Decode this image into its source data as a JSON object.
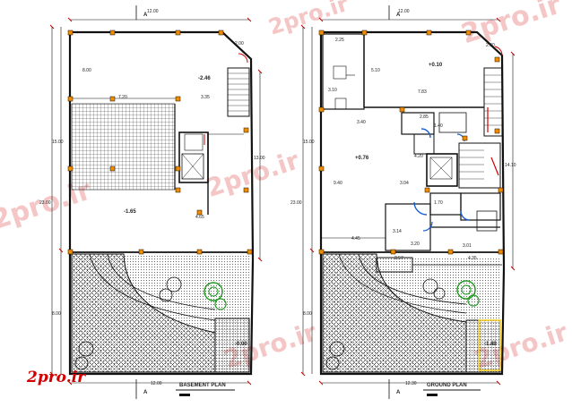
{
  "watermark": "2pro.ir",
  "logo": "2pro.ir",
  "basement": {
    "title": "BASEMENT PLAN",
    "section": "A",
    "dims": {
      "top": "12.00",
      "bottom": "12.00",
      "left_total": "23.00",
      "left_upper": "15.00",
      "left_lower": "8.00",
      "right_upper": "13.00",
      "corner": "2.00",
      "d1": "8.00",
      "d2": "7.20",
      "d3": "3.35",
      "d4": "4.65"
    },
    "levels": [
      "-2.46",
      "-1.65",
      "-0.00"
    ]
  },
  "ground": {
    "title": "GROUND PLAN",
    "section": "A",
    "dims": {
      "top": "12.00",
      "bottom": "12.30",
      "left_total": "23.00",
      "left_upper": "15.00",
      "left_lower": "8.00",
      "right": "14.10",
      "corner": "2.00",
      "d_225": "2.25",
      "d_510": "5.10",
      "d_310": "3.10",
      "d_783": "7.83",
      "d_340": "3.40",
      "d_285": "2.85",
      "d_140": "1.40",
      "d_420": "4.20",
      "d_940": "9.40",
      "d_304": "3.04",
      "d_170": "1.70",
      "d_314": "3.14",
      "d_320": "3.20",
      "d_445": "4.45",
      "d_301": "3.01",
      "d_257": "2.57",
      "d_435": "4.35"
    },
    "levels": [
      "+0.10",
      "+0.76",
      "-1.40"
    ]
  }
}
